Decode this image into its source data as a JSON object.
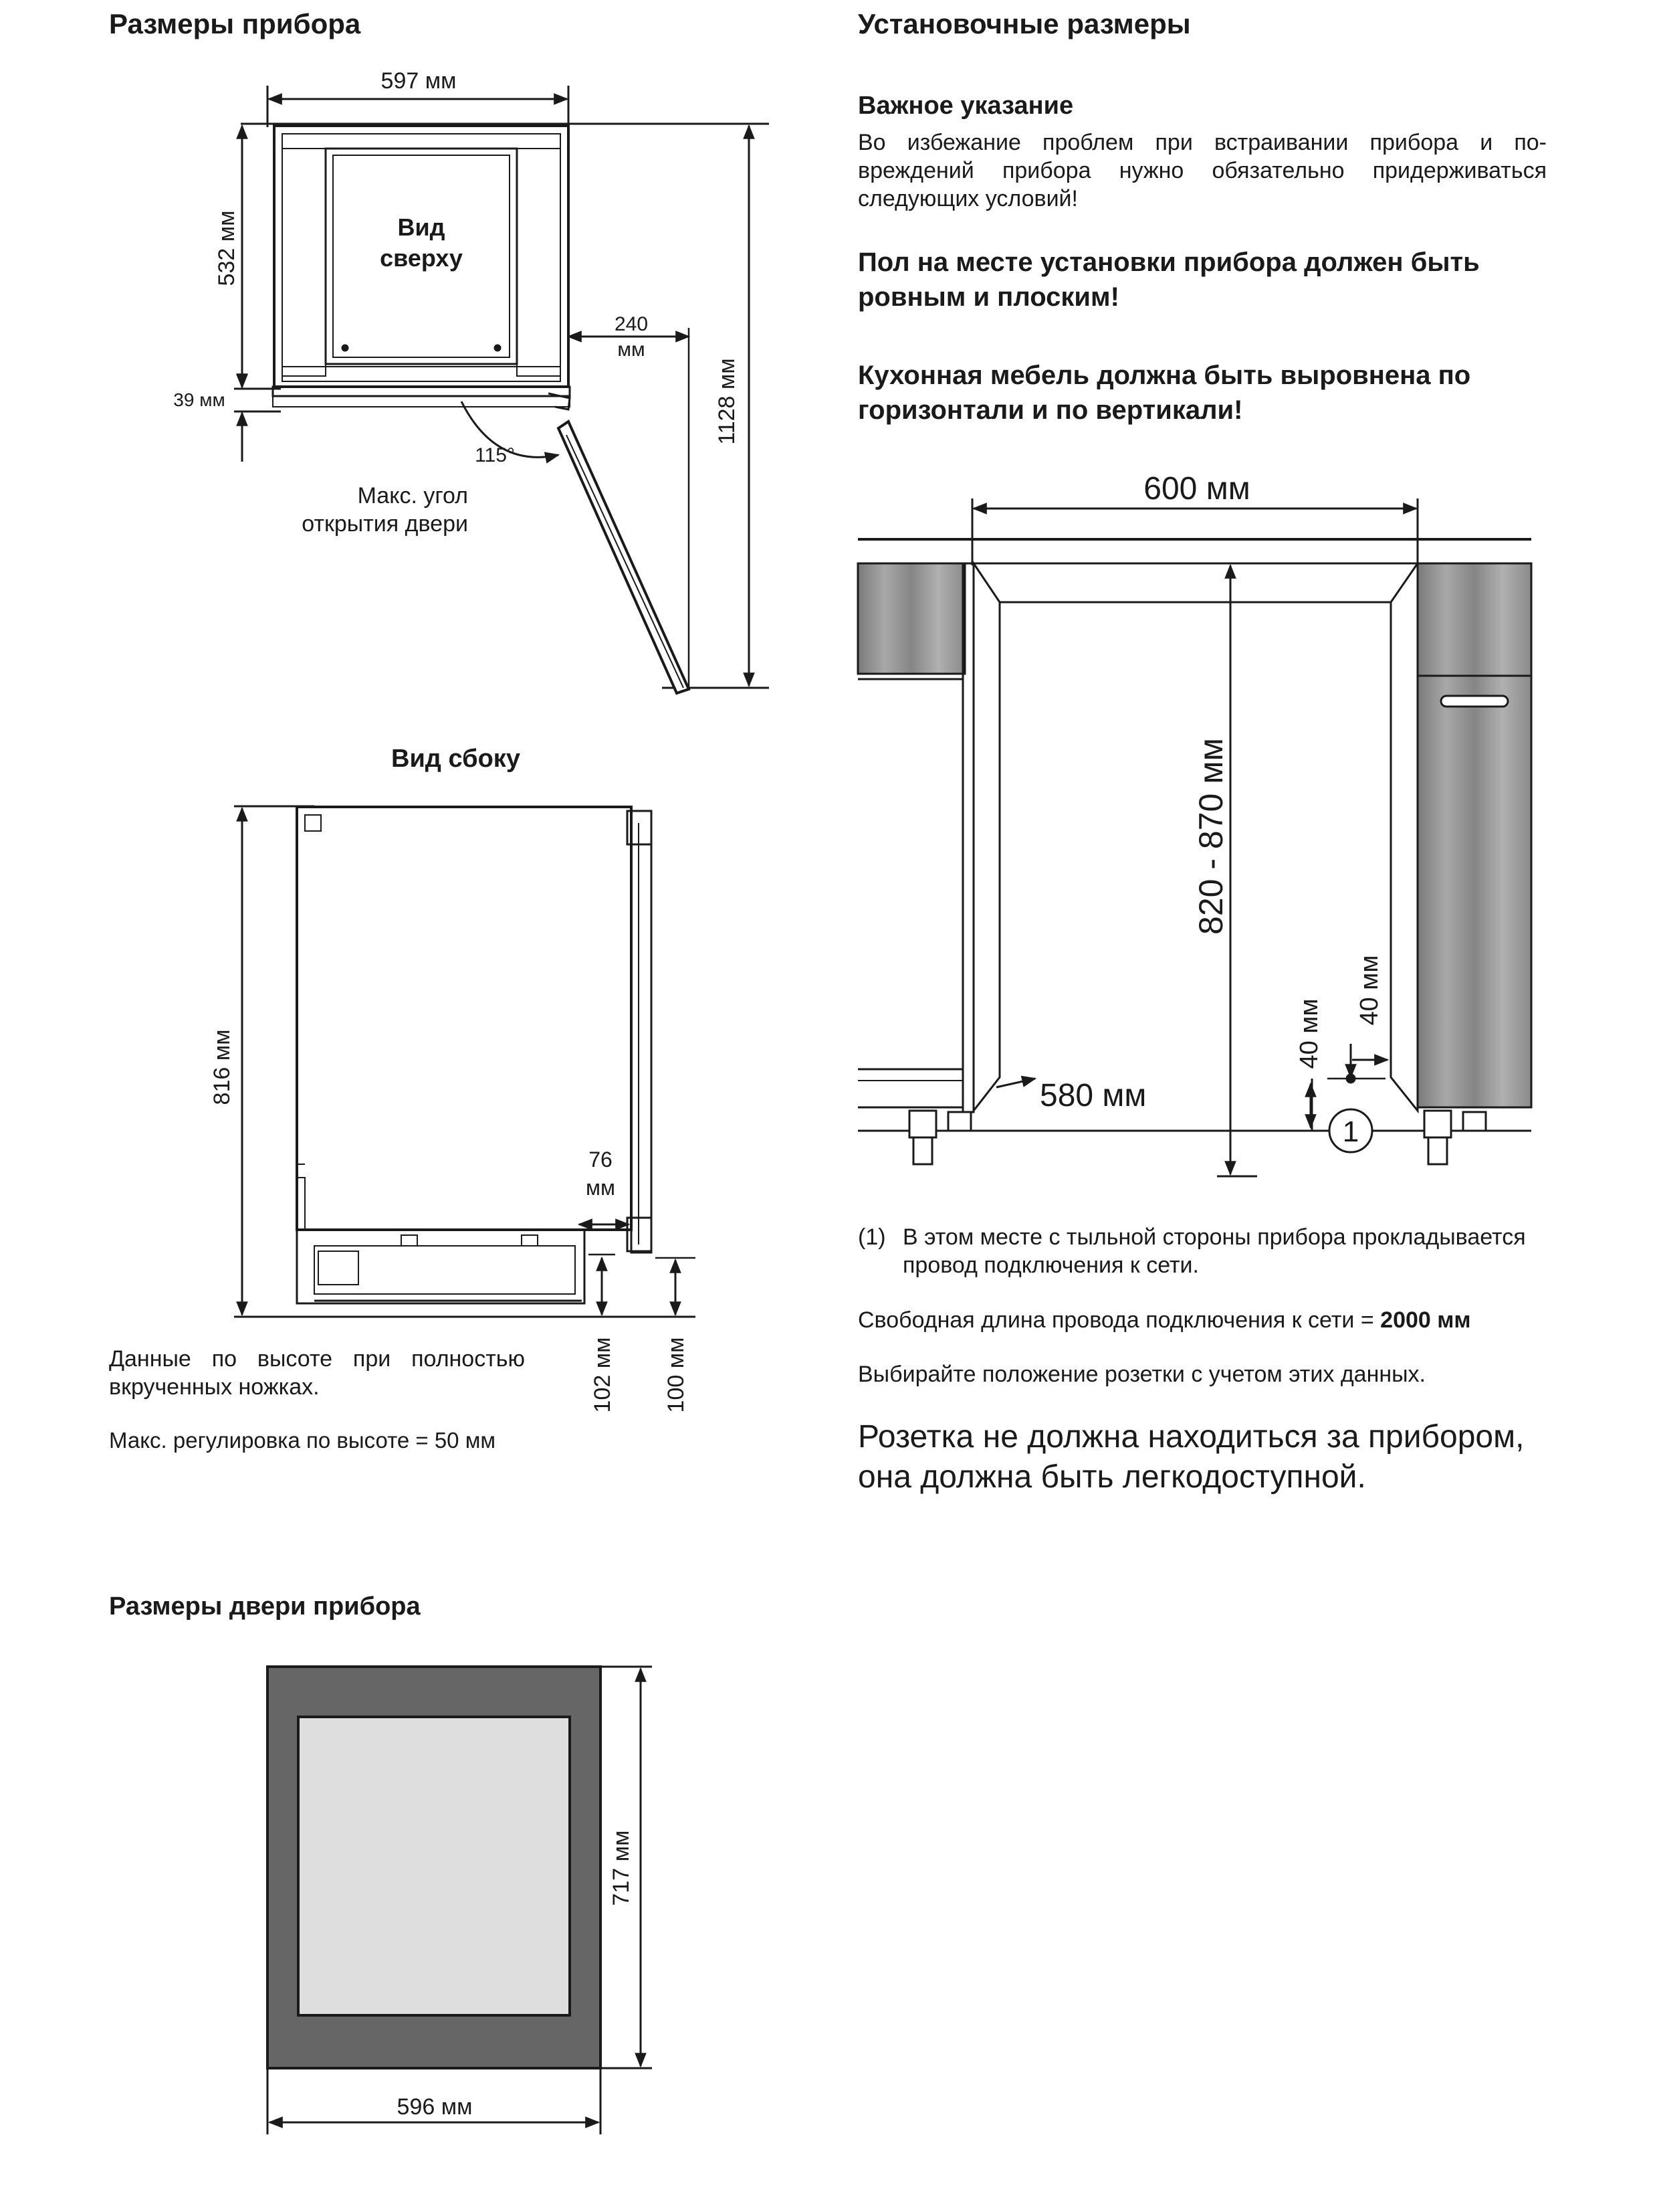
{
  "left": {
    "title": "Размеры прибора",
    "top_view": {
      "width": "597 мм",
      "depth": "532 мм",
      "label_line1": "Вид",
      "label_line2": "сверху",
      "offset_line1": "240",
      "offset_line2": "мм",
      "total_depth": "1128 мм",
      "door_gap": "39 мм",
      "angle": "115°",
      "angle_caption_line1": "Макс. угол",
      "angle_caption_line2": "открытия двери"
    },
    "side_view": {
      "title": "Вид сбоку",
      "height": "816 мм",
      "offset_line1": "76",
      "offset_line2": "мм",
      "foot1": "102 мм",
      "foot2": "100 мм"
    },
    "notes": {
      "height_note": "Данные по высоте при полностью вкрученных ножках.",
      "adjust_note": "Макс. регулировка по высоте = 50 мм"
    },
    "door": {
      "title": "Размеры двери прибора",
      "height": "717 мм",
      "width": "596 мм"
    }
  },
  "right": {
    "title": "Установочные размеры",
    "important_title": "Важное указание",
    "important_text": "Во избежание проблем при встраивании прибора и по­вреждений прибора нужно обязательно придерживаться следующих условий!",
    "bold1": "Пол на месте установки прибора должен быть ровным и плоским!",
    "bold2": "Кухонная мебель должна быть выровнена по горизонтали и по вертикали!",
    "niche": {
      "width": "600 мм",
      "height": "820 - 870 мм",
      "depth": "580 мм",
      "socket_y": "40 мм",
      "socket_x": "40 мм",
      "marker": "1"
    },
    "footnote_num": "(1)",
    "footnote_text": "В этом месте с тыльной стороны прибора прокладывается провод подключения к сети.",
    "cable_label": "Свободная длина провода подключения к сети  =",
    "cable_value": "2000 мм",
    "choose_note": "Выбирайте положение розетки с учетом этих данных.",
    "socket_note": "Розетка не должна находиться за прибором, она должна быть легкодоступной."
  }
}
